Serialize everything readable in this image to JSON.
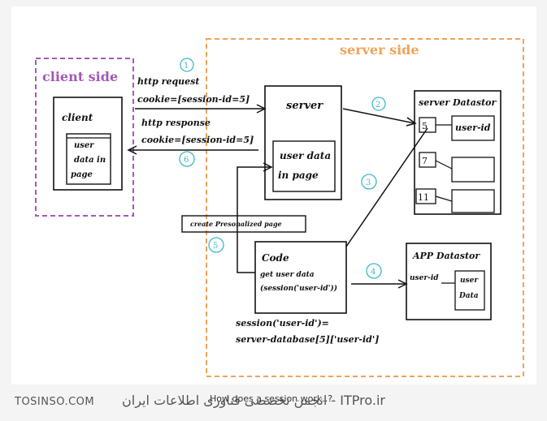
{
  "regions": {
    "client_side": "client side",
    "server_side": "server side"
  },
  "boxes": {
    "client": {
      "title": "client",
      "inner": [
        "user",
        "data in",
        "page"
      ]
    },
    "server": {
      "title": "server",
      "inner": [
        "user data",
        "in page"
      ]
    },
    "server_datastore": {
      "title": "server Datastor",
      "rows": [
        {
          "key": "5",
          "value": "user-id"
        },
        {
          "key": "7",
          "value": ""
        },
        {
          "key": "11",
          "value": ""
        }
      ]
    },
    "app_datastore": {
      "title": "APP Datastor",
      "key": "user-id",
      "value_lines": [
        "user",
        "Data"
      ]
    },
    "code": {
      "title": "Code",
      "lines": [
        "get user data",
        "(session('user-id'))"
      ]
    },
    "create_page": "create Presonalized page"
  },
  "messages": {
    "request": [
      "http request",
      "cookie=[session-id=5]"
    ],
    "response": [
      "http response",
      "cookie=[session-id=5]"
    ]
  },
  "session_expression": [
    "session('user-id')=",
    "server-database[5]['user-id']"
  ],
  "step_numbers": [
    "1",
    "2",
    "3",
    "4",
    "5",
    "6"
  ],
  "colors": {
    "client_side": "#a259b8",
    "server_side": "#f0a35a",
    "step": "#3fb8c4",
    "ink": "#111111"
  },
  "footer": {
    "brand": "TOSINSO.COM",
    "watermark": "انجمن تخصصی فناوری اطلاعات ایران - ITPro.ir",
    "caption": "How does a session work..?"
  }
}
